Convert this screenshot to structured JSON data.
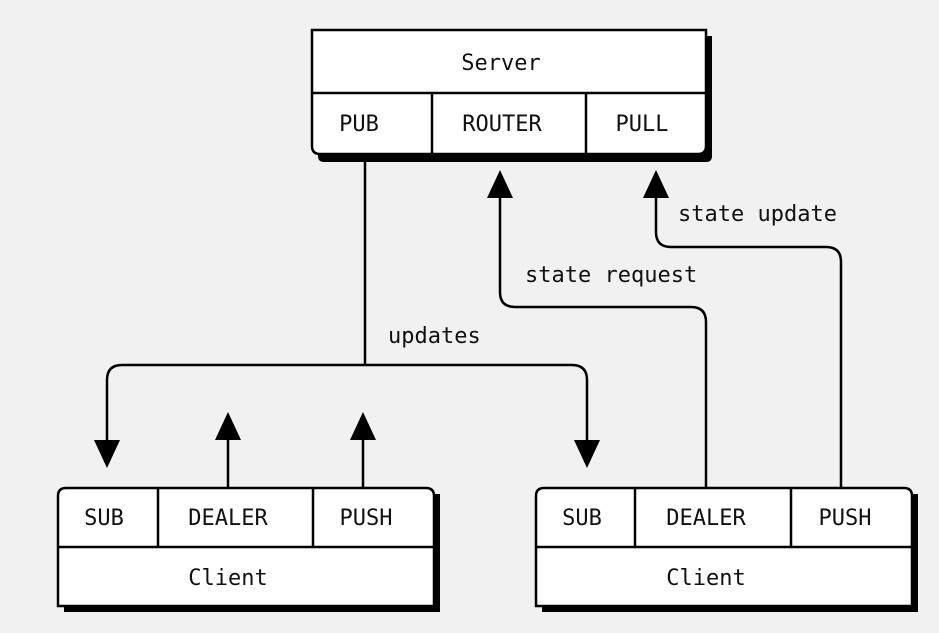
{
  "server": {
    "title": "Server",
    "sockets": [
      "PUB",
      "ROUTER",
      "PULL"
    ]
  },
  "clients": [
    {
      "title": "Client",
      "sockets": [
        "SUB",
        "DEALER",
        "PUSH"
      ]
    },
    {
      "title": "Client",
      "sockets": [
        "SUB",
        "DEALER",
        "PUSH"
      ]
    }
  ],
  "labels": {
    "updates": "updates",
    "state_request": "state request",
    "state_update": "state update"
  }
}
